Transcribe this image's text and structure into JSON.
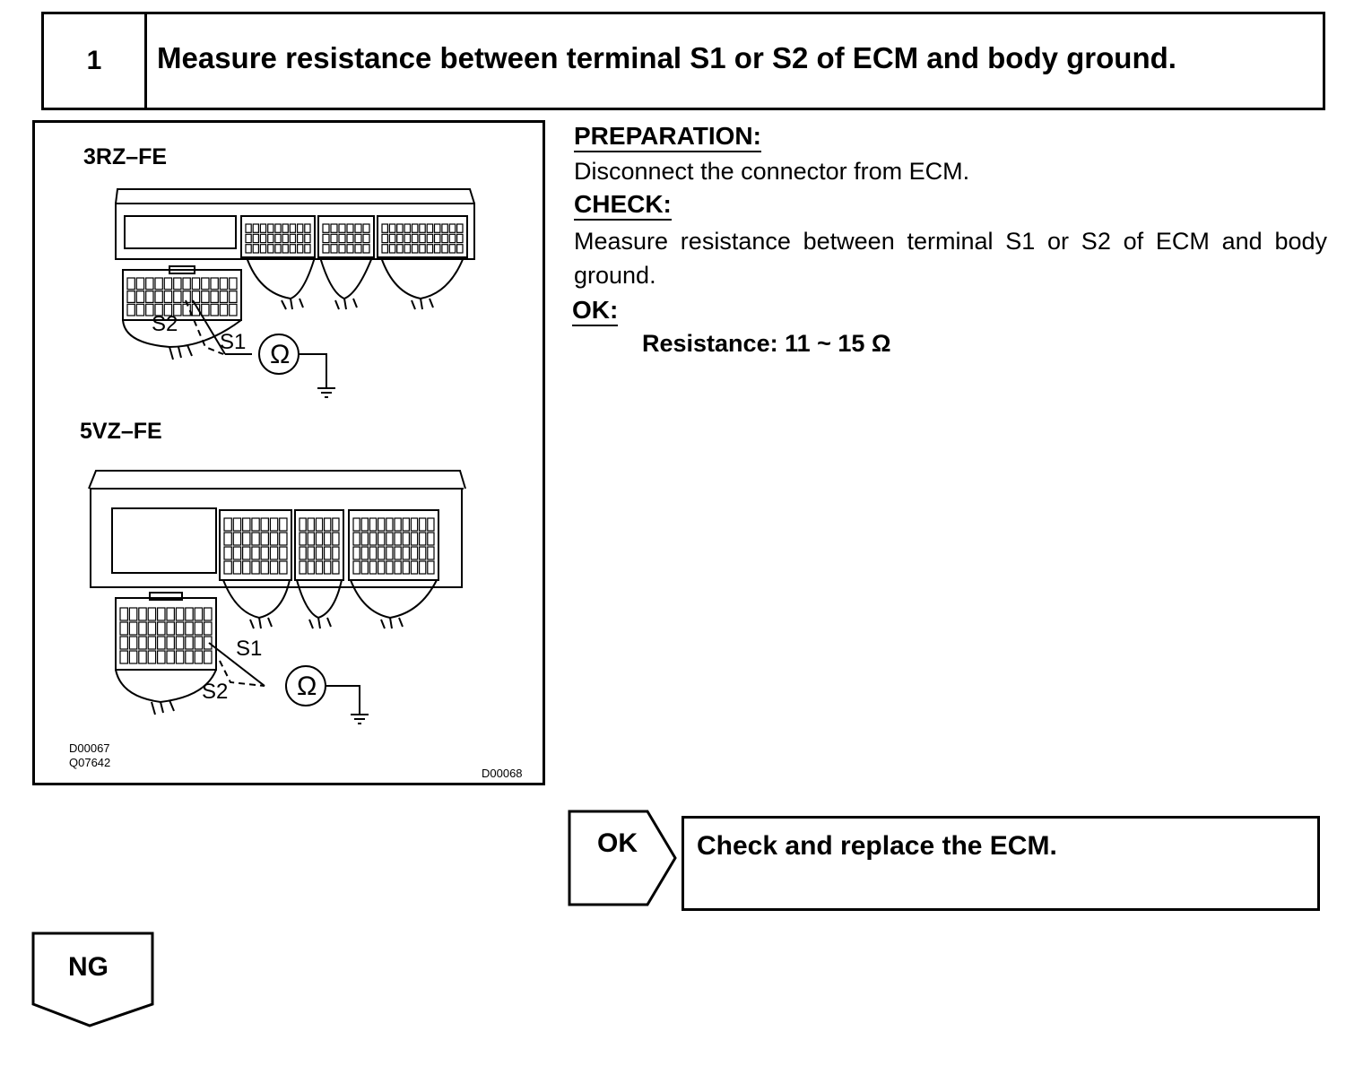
{
  "step": {
    "number": "1",
    "title": "Measure resistance between terminal S1 or S2 of ECM and body ground."
  },
  "figure": {
    "engine_top": "3RZ–FE",
    "engine_bottom": "5VZ–FE",
    "terminal_s1": "S1",
    "terminal_s2": "S2",
    "ohm_symbol": "Ω",
    "codes_left": [
      "D00067",
      "Q07642"
    ],
    "code_right": "D00068"
  },
  "procedure": {
    "preparation_heading": "PREPARATION:",
    "preparation_text": "Disconnect the connector from ECM.",
    "check_heading": "CHECK:",
    "check_text": "Measure resistance between terminal S1 or S2 of ECM and body ground.",
    "ok_heading": "OK:",
    "ok_spec": "Resistance: 11 ~ 15 Ω"
  },
  "result_ok": {
    "label": "OK",
    "action": "Check and replace the ECM."
  },
  "result_ng": {
    "label": "NG"
  }
}
